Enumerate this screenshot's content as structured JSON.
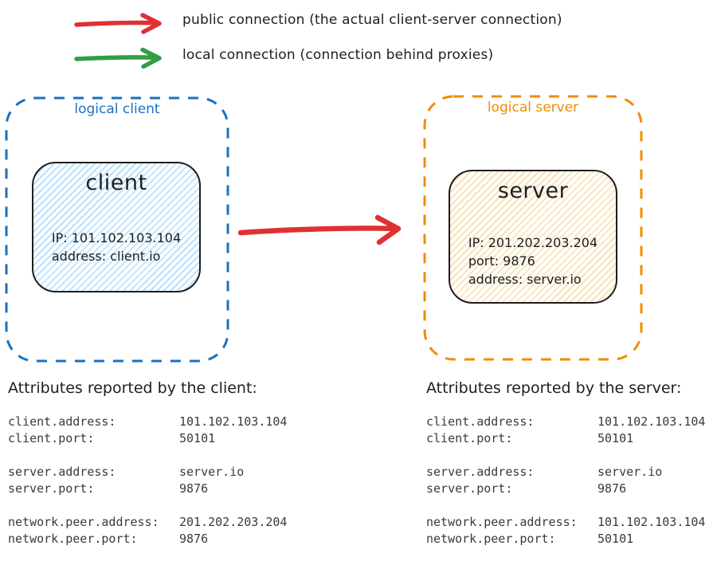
{
  "colors": {
    "red": "#e03131",
    "green": "#2f9e44",
    "blue": "#1971c2",
    "orange": "#f08c00",
    "ink": "#1e1e1e",
    "client_fill": "#a5d8ff",
    "server_fill": "#f3d39e"
  },
  "legend": {
    "public": {
      "label": "public connection (the actual client-server connection)"
    },
    "local": {
      "label": "local connection (connection behind proxies)"
    }
  },
  "logical_client": {
    "label": "logical client",
    "node": {
      "title": "client",
      "line1": "IP: 101.102.103.104",
      "line2": "address: client.io"
    }
  },
  "logical_server": {
    "label": "logical server",
    "node": {
      "title": "server",
      "line1": "IP: 201.202.203.204",
      "line2": "port: 9876",
      "line3": "address: server.io"
    }
  },
  "client_attributes": {
    "heading": "Attributes reported by the client:",
    "rows": [
      {
        "key": "client.address:",
        "value": "101.102.103.104"
      },
      {
        "key": "client.port:",
        "value": "50101"
      },
      {
        "key": "server.address:",
        "value": "server.io"
      },
      {
        "key": "server.port:",
        "value": "9876"
      },
      {
        "key": "network.peer.address:",
        "value": "201.202.203.204"
      },
      {
        "key": "network.peer.port:",
        "value": "9876"
      }
    ]
  },
  "server_attributes": {
    "heading": "Attributes reported by the server:",
    "rows": [
      {
        "key": "client.address:",
        "value": "101.102.103.104"
      },
      {
        "key": "client.port:",
        "value": "50101"
      },
      {
        "key": "server.address:",
        "value": "server.io"
      },
      {
        "key": "server.port:",
        "value": "9876"
      },
      {
        "key": "network.peer.address:",
        "value": "101.102.103.104"
      },
      {
        "key": "network.peer.port:",
        "value": "50101"
      }
    ]
  }
}
